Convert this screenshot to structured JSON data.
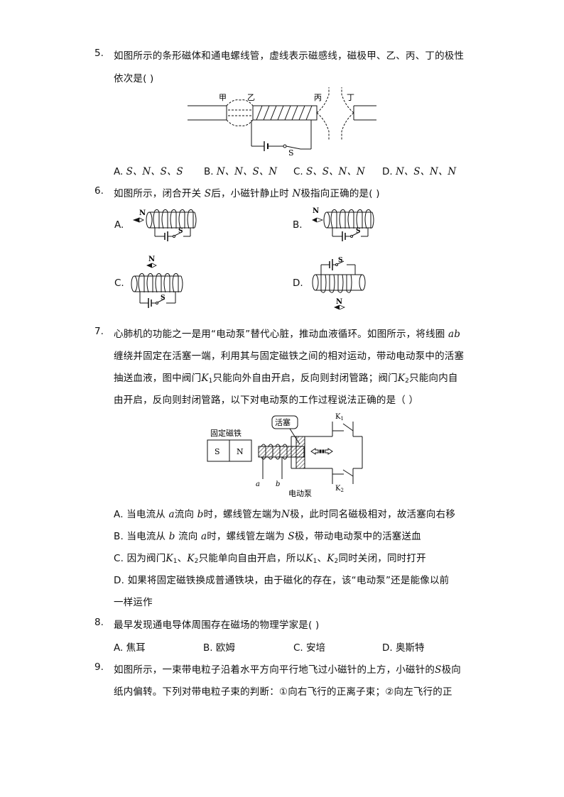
{
  "questions": [
    {
      "number": "5.",
      "stem_line1": "如图所示的条形磁体和通电螺线管，虚线表示磁感线，磁极甲、乙、丙、丁的极性",
      "stem_line2": "依次是(    )",
      "figure": {
        "labels": {
          "jia": "甲",
          "yi": "乙",
          "bing": "丙",
          "ding": "丁",
          "switch": "S"
        }
      },
      "options": [
        {
          "letter": "A.",
          "text": "S、N、S、S"
        },
        {
          "letter": "B.",
          "text": "N、N、S、N"
        },
        {
          "letter": "C.",
          "text": "S、S、N、N"
        },
        {
          "letter": "D.",
          "text": "N、S、N、N"
        }
      ]
    },
    {
      "number": "6.",
      "stem_pre": "如图所示，闭合开关 ",
      "stem_var1": "S",
      "stem_mid": "后，小磁针静止时 ",
      "stem_var2": "N",
      "stem_post": "极指向正确的是(    )",
      "options": [
        {
          "letter": "A.",
          "needle_label": "N",
          "switch_label": "S"
        },
        {
          "letter": "B.",
          "needle_label": "N",
          "switch_label": "S"
        },
        {
          "letter": "C.",
          "needle_label": "N",
          "switch_label": "S"
        },
        {
          "letter": "D.",
          "needle_label": "N",
          "switch_label": "S"
        }
      ]
    },
    {
      "number": "7.",
      "stem_line1_pre": "心肺机的功能之一是用“电动泵”替代心脏，推动血液循环。如图所示，将线圈 ",
      "stem_line1_var": "ab",
      "stem_line2": "缠绕并固定在活塞一端，利用其与固定磁铁之间的相对运动，带动电动泵中的活塞",
      "stem_line3_a": "抽送血液，图中阀门",
      "stem_line3_k1": "K",
      "stem_line3_k1sub": "1",
      "stem_line3_b": "只能向外自由开启，反向则封闭管路；阀门",
      "stem_line3_k2": "K",
      "stem_line3_k2sub": "2",
      "stem_line3_c": "只能向内自",
      "stem_line4": "由开启，反向则封闭管路，以下对电动泵的工作过程说法正确的是（    ）",
      "figure": {
        "magnet_title": "固定磁铁",
        "magnet_s": "S",
        "magnet_n": "N",
        "piston_label": "活塞",
        "valve1": "K",
        "valve1_sub": "1",
        "valve2": "K",
        "valve2_sub": "2",
        "coil_a": "a",
        "coil_b": "b",
        "pump_label": "电动泵"
      },
      "options": [
        {
          "letter": "A.",
          "t1": " 当电流从 ",
          "v1": "a",
          "t2": "流向 ",
          "v2": "b",
          "t3": "时，螺线管左端为",
          "v3": "N",
          "t4": "极，此时同名磁极相对，故活塞向右移"
        },
        {
          "letter": "B.",
          "t1": " 当电流从 ",
          "v1": "b",
          "t2": " 流向 ",
          "v2": "a",
          "t3": "时，螺线管左端为 ",
          "v3": "S",
          "t4": "极，带动电动泵中的活塞送血"
        },
        {
          "letter": "C.",
          "t1": " 因为阀门",
          "t2": "、",
          "t3": "只能单向自由开启，所以",
          "t4": "、",
          "t5": "同时关闭，同时打开"
        },
        {
          "letter": "D.",
          "line1": " 如果将固定磁铁换成普通铁块，由于磁化的存在，该“电动泵”还是能像以前",
          "line2": "一样运作"
        }
      ]
    },
    {
      "number": "8.",
      "stem": "最早发现通电导体周围存在磁场的物理学家是(    )",
      "options": [
        {
          "letter": "A.",
          "text": " 焦耳"
        },
        {
          "letter": "B.",
          "text": " 欧姆"
        },
        {
          "letter": "C.",
          "text": " 安培"
        },
        {
          "letter": "D.",
          "text": " 奥斯特"
        }
      ]
    },
    {
      "number": "9.",
      "stem_line1_pre": "如图所示，一束带电粒子沿着水平方向平行地飞过小磁针的上方，小磁针的",
      "stem_line1_var": "S",
      "stem_line1_post": "极向",
      "stem_line2": "纸内偏转。下列对带电粒子束的判断：①向右飞行的正离子束；②向左飞行的正"
    }
  ],
  "k_symbol": "K",
  "k1_sub": "1",
  "k2_sub": "2"
}
